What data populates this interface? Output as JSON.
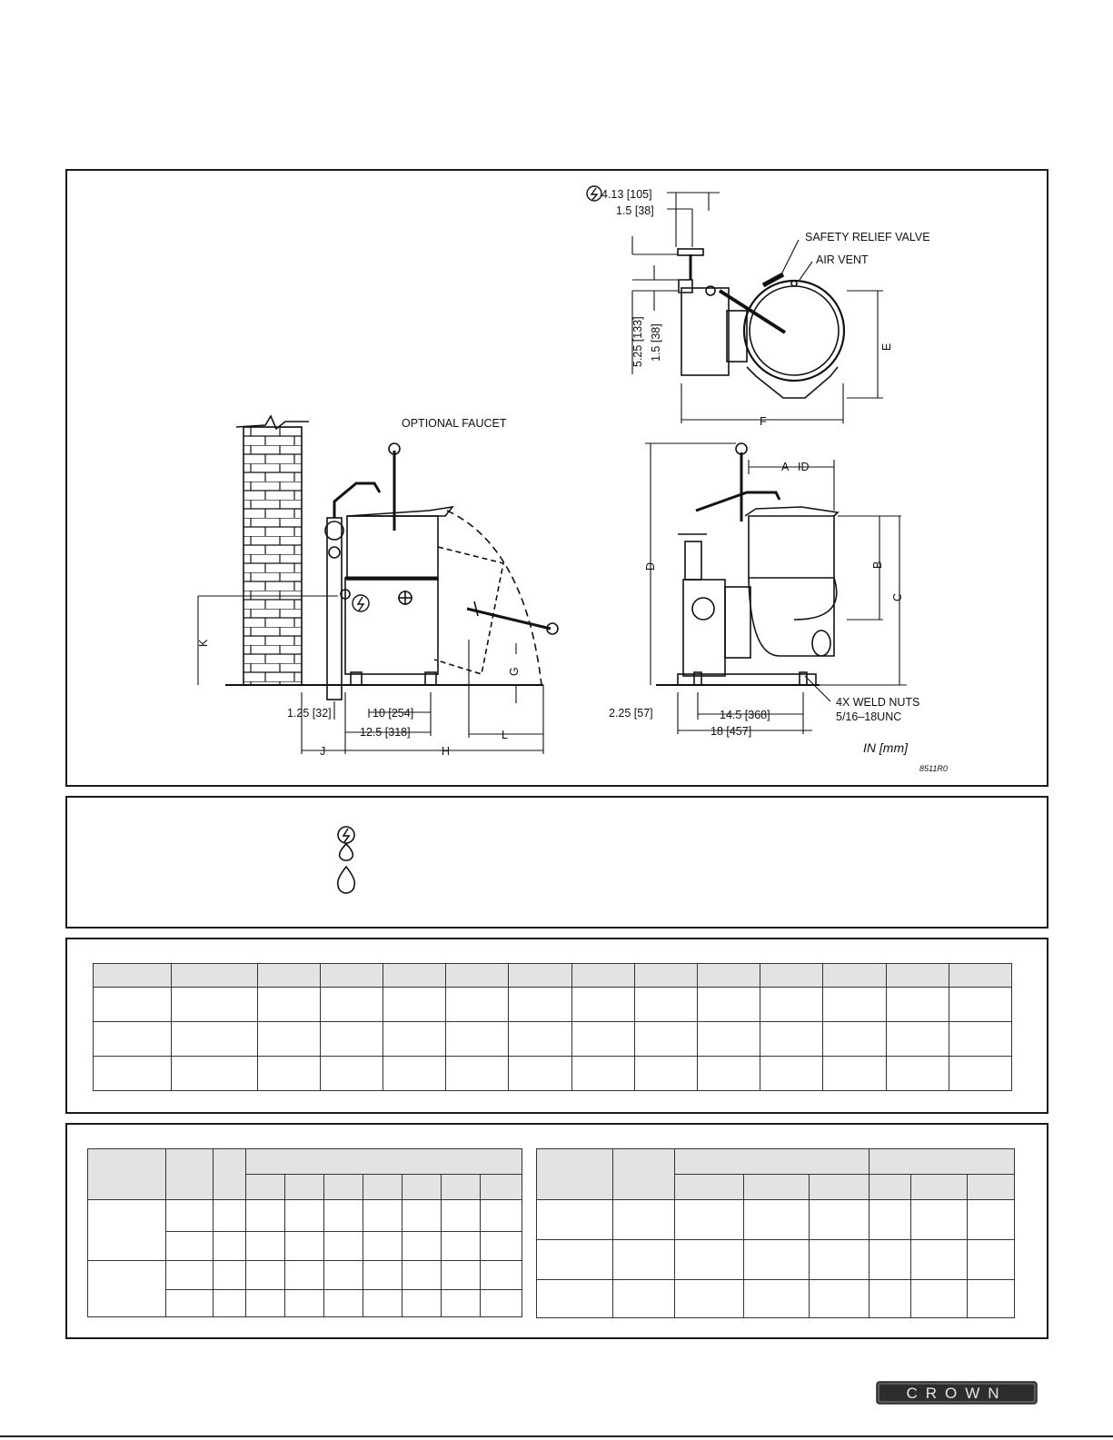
{
  "drawing": {
    "labels": {
      "top_dim_1": "4.13 [105]",
      "top_dim_2": "1.5 [38]",
      "safety_valve": "SAFETY RELIEF VALVE",
      "air_vent": "AIR VENT",
      "side_dim_a": "5.25 [133]",
      "side_dim_b": "1.5 [38]",
      "dim_e": "E",
      "dim_f": "F",
      "optional_faucet": "OPTIONAL FAUCET",
      "dim_a": "A",
      "dim_id": "ID",
      "dim_b": "B",
      "dim_c": "C",
      "dim_d": "D",
      "dim_k": "K",
      "dim_g": "G",
      "dim_l": "L",
      "dim_j": "J",
      "dim_h": "H",
      "dim_125": "1.25 [32]",
      "dim_10": "10 [254]",
      "dim_125b": "12.5 [318]",
      "dim_225": "2.25 [57]",
      "dim_145": "14.5 [368]",
      "dim_18": "18 [457]",
      "weld_nuts_1": "4X WELD NUTS",
      "weld_nuts_2": "5/16–18UNC",
      "units": "IN [mm]",
      "drawing_number": "8511R0"
    }
  },
  "legend": {
    "electric_water_icon": "electric-water-connection-icon",
    "water_icon": "water-connection-icon"
  },
  "dims_table": {
    "columns": 14,
    "rows": 3
  },
  "specs": {
    "left_table_rows": 4,
    "right_table_rows": 3
  },
  "brand": {
    "logo_text": "CROWN",
    "logo_color": "#3a3a3a"
  }
}
